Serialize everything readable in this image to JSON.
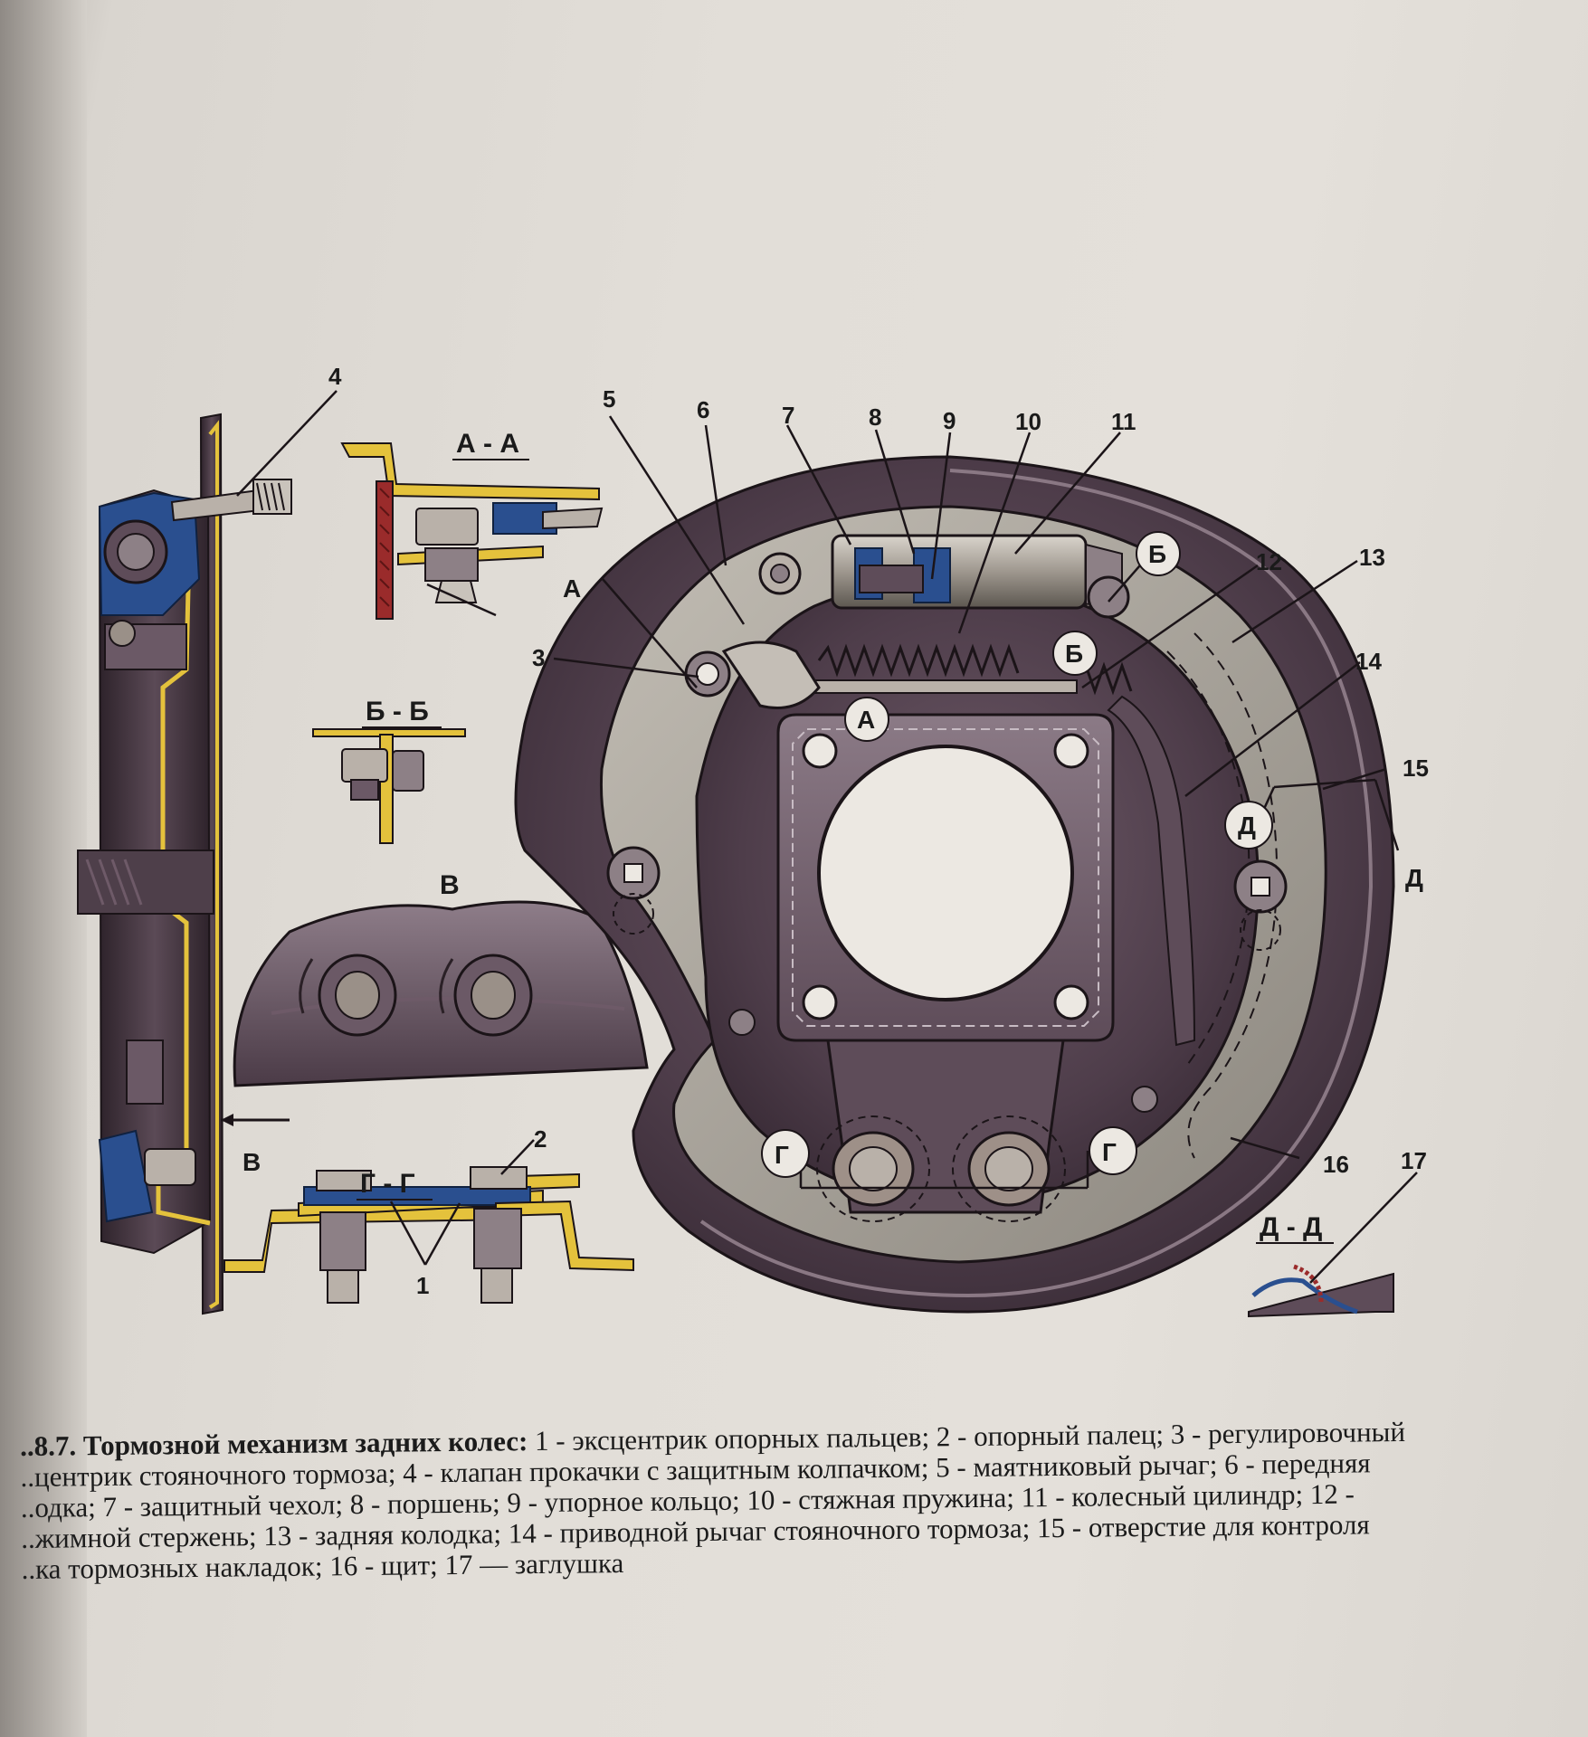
{
  "figure": {
    "callouts": [
      "1",
      "2",
      "3",
      "4",
      "5",
      "6",
      "7",
      "8",
      "9",
      "10",
      "11",
      "12",
      "13",
      "14",
      "15",
      "16",
      "17"
    ],
    "sections": {
      "aa": "А - А",
      "bb": "Б - Б",
      "v": "В",
      "gg": "Г - Г",
      "dd": "Д - Д"
    },
    "section_marks": {
      "a": "А",
      "b": "Б",
      "g": "Г",
      "d": "Д",
      "v": "В"
    }
  },
  "caption": {
    "prefix": "..8.7.",
    "title": "Тормозной механизм задних колес:",
    "lines": [
      " 1 - эксцентрик опорных пальцев; 2 - опорный палец; 3 - регулировочный",
      "..центрик стояночного тормоза; 4 - клапан прокачки с защитным колпачком; 5 - маятниковый рычаг; 6 - передняя",
      "..одка; 7 - защитный чехол; 8 - поршень; 9 - упорное кольцо; 10 - стяжная пружина; 11 - колесный цилиндр; 12 -",
      "..жимной стержень; 13 - задняя колодка; 14 - приводной рычаг стояночного тормоза; 15 - отверстие для контроля",
      "..ка тормозных накладок; 16 - щит; 17 — заглушка"
    ]
  },
  "colors": {
    "paper": "#e2ded8",
    "metal_dark": "#4e3f4a",
    "metal_mid": "#8d8086",
    "metal_light": "#b9b1a9",
    "shoe": "#a8a39a",
    "blue": "#2a4f8f",
    "yellow": "#e4c23c",
    "red": "#9a2b2b"
  }
}
